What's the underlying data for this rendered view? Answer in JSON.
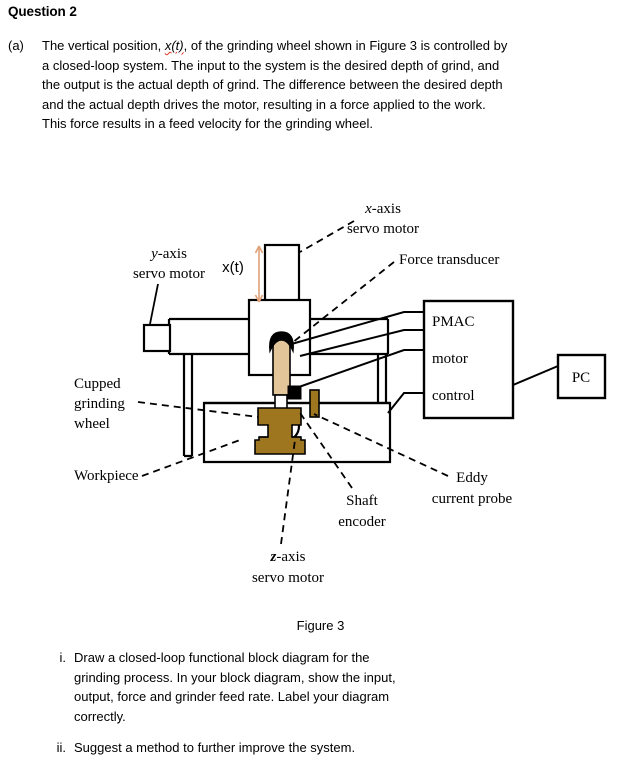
{
  "document": {
    "question_title": "Question 2",
    "part_a": {
      "marker": "(a)",
      "text_run_1": "The vertical position, ",
      "text_var": "x(t)",
      "text_run_2": ", of the grinding wheel shown in Figure 3 is controlled by a closed-loop system. The input to the system is the desired depth of grind, and the output is the actual depth of grind. The difference between the desired depth and the actual depth drives the motor, resulting in a force applied to the work.",
      "text_run_3": "This force results in a feed velocity for the grinding wheel.",
      "line1_head": "The vertical position, ",
      "line1_tail": ", of the grinding wheel shown in Figure 3 is controlled by",
      "line2": "a closed-loop system. The input to the system is the desired depth of grind, and",
      "line3": "the output is the actual depth of grind. The difference between the desired depth",
      "line4": "and the actual depth drives the motor, resulting in a force applied to the work.",
      "line5": "This force results in a feed velocity for the grinding wheel."
    },
    "figure_caption": "Figure 3",
    "subitems": [
      {
        "num": "i.",
        "text": "Draw a closed-loop functional block diagram for the grinding process. In your block diagram, show the input, output, force and grinder feed rate. Label your diagram correctly.",
        "line1": "Draw a closed-loop functional block diagram for the",
        "line2": "grinding process. In your block diagram, show the input,",
        "line3": "output, force and grinder feed rate. Label your diagram",
        "line4": "correctly."
      },
      {
        "num": "ii.",
        "text": "Suggest a method to further improve the system.",
        "line1": "Suggest a method to further improve the system.",
        "line2": "",
        "line3": "",
        "line4": ""
      }
    ]
  },
  "figure": {
    "labels": {
      "x_axis_servo_line1_prefix": "x",
      "x_axis_servo_line1_suffix": "-axis",
      "x_axis_servo_line2": "servo motor",
      "y_axis_servo_line1_prefix": "y",
      "y_axis_servo_line1_suffix": "-axis",
      "y_axis_servo_line2": "servo motor",
      "z_axis_servo_line1_prefix": "z",
      "z_axis_servo_line1_suffix": "-axis",
      "z_axis_servo_line2": "servo motor",
      "xt_annotation": "x(t)",
      "force_transducer": "Force transducer",
      "pmac_line1": "PMAC",
      "pmac_line2": "motor",
      "pmac_line3": "control",
      "pc": "PC",
      "cupped_line1": "Cupped",
      "cupped_line2": "grinding",
      "cupped_line3": "wheel",
      "workpiece": "Workpiece",
      "shaft_line1": "Shaft",
      "shaft_line2": "encoder",
      "eddy_line1": "Eddy",
      "eddy_line2": "current probe"
    }
  },
  "colors": {
    "background": "#ffffff",
    "ink": "#000000",
    "shaft_tan": "#e3c59a",
    "wheel_ochre": "#9e7620",
    "wheel_ochre_dark": "#7d5c18",
    "arrow_salmon": "#e0a27a",
    "spellcheck_red": "#e03020"
  }
}
